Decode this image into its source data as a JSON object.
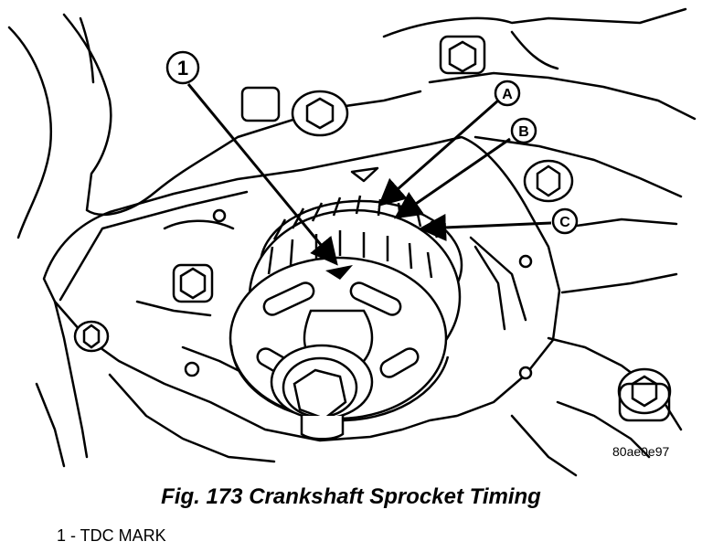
{
  "callouts": {
    "one": "1",
    "a": "A",
    "b": "B",
    "c": "C"
  },
  "figure": {
    "image_code": "80ae0e97",
    "caption": "Fig. 173 Crankshaft Sprocket Timing"
  },
  "legend": {
    "item1": "1 - TDC MARK"
  }
}
